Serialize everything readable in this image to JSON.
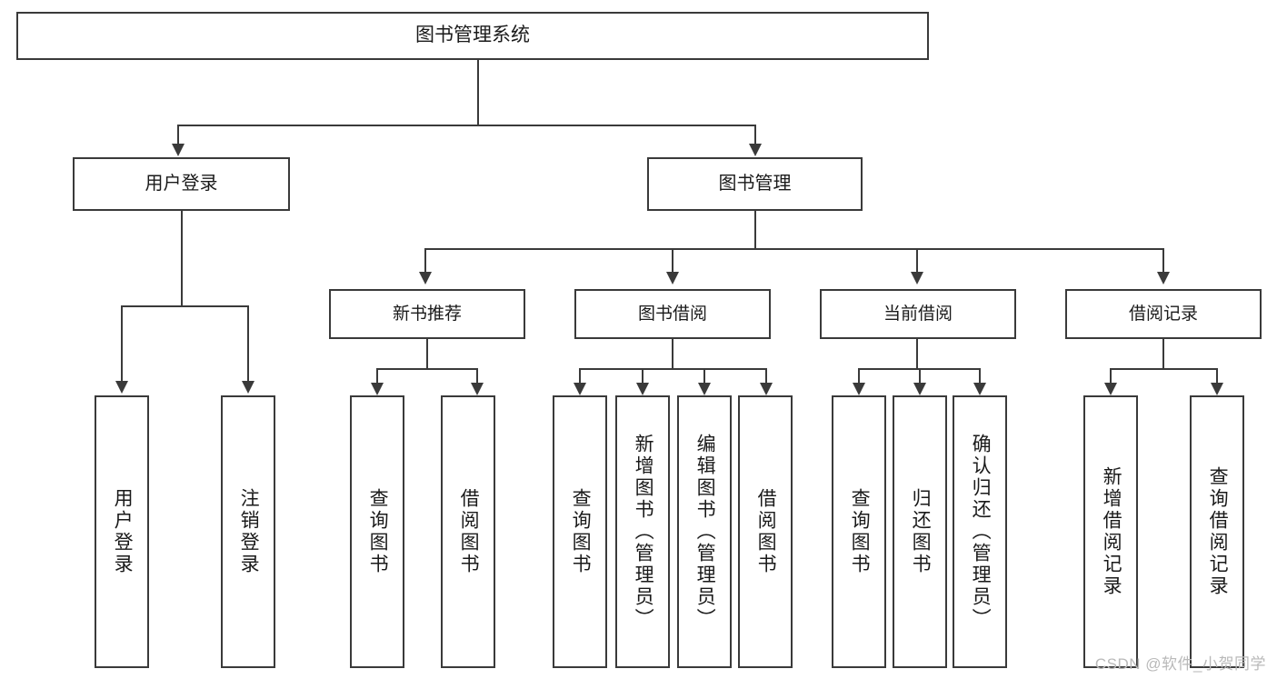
{
  "diagram": {
    "type": "tree-hierarchy",
    "title": "图书管理系统",
    "root": {
      "label": "图书管理系统"
    },
    "level1": [
      {
        "label": "用户登录"
      },
      {
        "label": "图书管理"
      }
    ],
    "level2": [
      {
        "label": "新书推荐"
      },
      {
        "label": "图书借阅"
      },
      {
        "label": "当前借阅"
      },
      {
        "label": "借阅记录"
      }
    ],
    "leaves": {
      "user_login": [
        {
          "label": "用户登录"
        },
        {
          "label": "注销登录"
        }
      ],
      "new_book_recommend": [
        {
          "label": "查询图书"
        },
        {
          "label": "借阅图书"
        }
      ],
      "book_borrow": [
        {
          "label": "查询图书"
        },
        {
          "label": "新增图书（管理员）"
        },
        {
          "label": "编辑图书（管理员）"
        },
        {
          "label": "借阅图书"
        }
      ],
      "current_borrow": [
        {
          "label": "查询图书"
        },
        {
          "label": "归还图书"
        },
        {
          "label": "确认归还（管理员）"
        }
      ],
      "borrow_record": [
        {
          "label": "新增借阅记录"
        },
        {
          "label": "查询借阅记录"
        }
      ]
    }
  },
  "watermark": {
    "text": "CSDN @软件_小贺同学"
  },
  "colors": {
    "stroke": "#3a3a3a",
    "text": "#1a1a1a",
    "background": "#ffffff",
    "watermark": "#b9b9b9"
  }
}
